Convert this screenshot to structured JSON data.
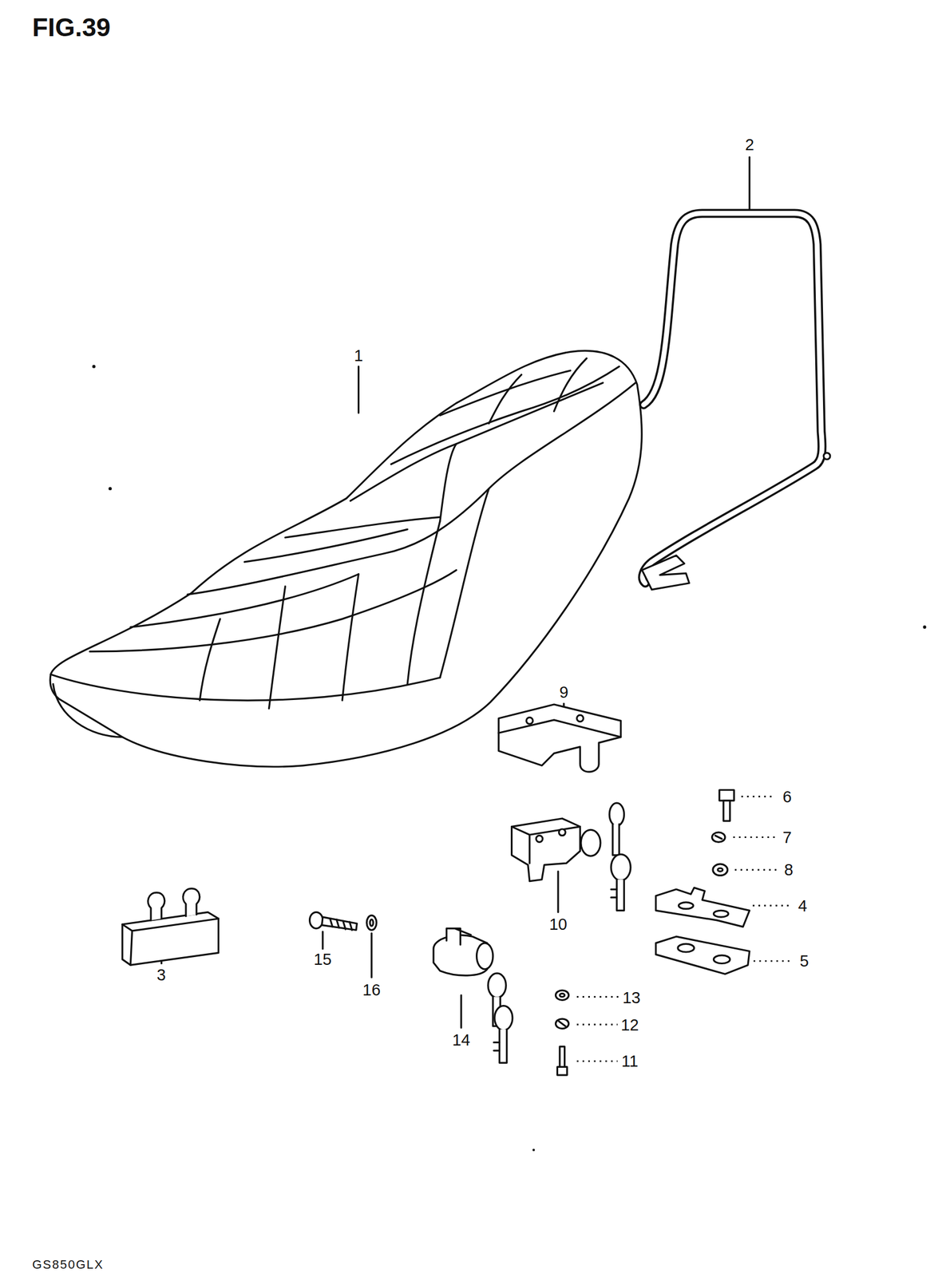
{
  "diagram": {
    "title": "FIG.39",
    "labels": [
      "2",
      "1",
      "9",
      "6",
      "7",
      "8",
      "4",
      "10",
      "5",
      "3",
      "15",
      "16",
      "14",
      "13",
      "12",
      "11",
      "GS850GLX"
    ]
  }
}
